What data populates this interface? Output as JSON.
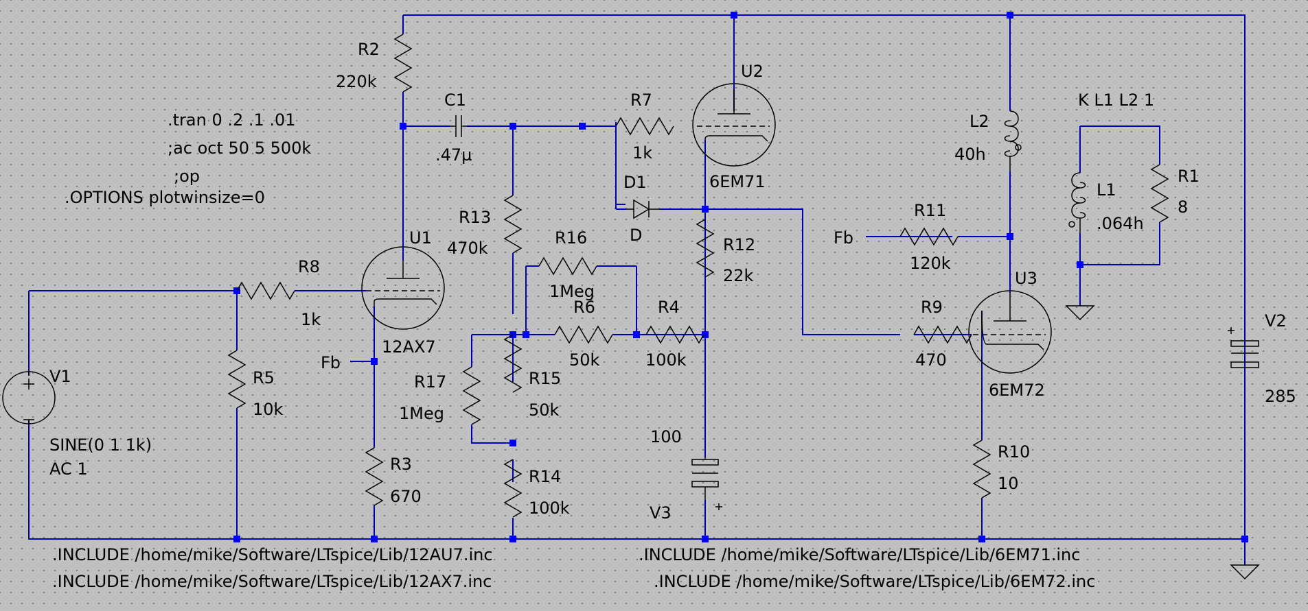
{
  "directives": {
    "tran": ".tran 0 .2 .1 .01",
    "ac": ";ac oct 50 5 500k",
    "op": ";op",
    "options": ".OPTIONS plotwinsize=0",
    "coupling": "K L1 L2 1",
    "include_12au7": ".INCLUDE /home/mike/Software/LTspice/Lib/12AU7.inc",
    "include_12ax7": ".INCLUDE /home/mike/Software/LTspice/Lib/12AX7.inc",
    "include_6em71": ".INCLUDE /home/mike/Software/LTspice/Lib/6EM71.inc",
    "include_6em72": ".INCLUDE /home/mike/Software/LTspice/Lib/6EM72.inc"
  },
  "components": {
    "R1": {
      "name": "R1",
      "value": "8"
    },
    "R2": {
      "name": "R2",
      "value": "220k"
    },
    "R3": {
      "name": "R3",
      "value": "670"
    },
    "R4": {
      "name": "R4",
      "value": "100k"
    },
    "R5": {
      "name": "R5",
      "value": "10k"
    },
    "R6": {
      "name": "R6",
      "value": "50k"
    },
    "R7": {
      "name": "R7",
      "value": "1k"
    },
    "R8": {
      "name": "R8",
      "value": "1k"
    },
    "R9": {
      "name": "R9",
      "value": "470"
    },
    "R10": {
      "name": "R10",
      "value": "10"
    },
    "R11": {
      "name": "R11",
      "value": "120k"
    },
    "R12": {
      "name": "R12",
      "value": "22k"
    },
    "R13": {
      "name": "R13",
      "value": "470k"
    },
    "R14": {
      "name": "R14",
      "value": "100k"
    },
    "R15": {
      "name": "R15",
      "value": "50k"
    },
    "R16": {
      "name": "R16",
      "value": "1Meg"
    },
    "R17": {
      "name": "R17",
      "value": "1Meg"
    },
    "C1": {
      "name": "C1",
      "value": ".47µ"
    },
    "L1": {
      "name": "L1",
      "value": ".064h"
    },
    "L2": {
      "name": "L2",
      "value": "40h"
    },
    "D1": {
      "name": "D1",
      "value": "D"
    },
    "U1": {
      "name": "U1",
      "value": "12AX7"
    },
    "U2": {
      "name": "U2",
      "value": "6EM71"
    },
    "U3": {
      "name": "U3",
      "value": "6EM72"
    },
    "V1": {
      "name": "V1",
      "value": "SINE(0 1 1k)",
      "value2": "AC 1"
    },
    "V2": {
      "name": "V2",
      "value": "285"
    },
    "V3": {
      "name": "V3",
      "value": "100"
    }
  },
  "nets": {
    "fb": "Fb"
  },
  "colors": {
    "background": "#c0c0c0",
    "grid_dot": "#777777",
    "wire": "#0000b4",
    "junction": "#0000ff",
    "component": "#000000"
  }
}
